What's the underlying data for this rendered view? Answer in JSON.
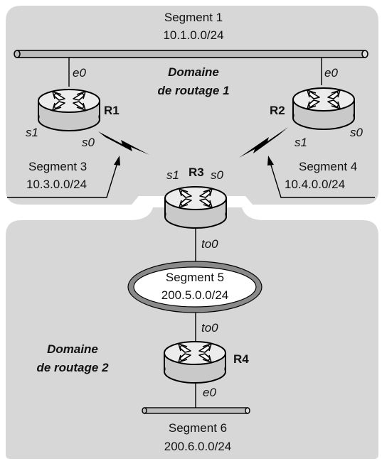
{
  "domains": {
    "d1": {
      "line1": "Domaine",
      "line2": "de routage 1"
    },
    "d2": {
      "line1": "Domaine",
      "line2": "de routage 2"
    }
  },
  "segments": {
    "s1": {
      "name": "Segment 1",
      "net": "10.1.0.0/24"
    },
    "s3": {
      "name": "Segment 3",
      "net": "10.3.0.0/24"
    },
    "s4": {
      "name": "Segment 4",
      "net": "10.4.0.0/24"
    },
    "s5": {
      "name": "Segment 5",
      "net": "200.5.0.0/24"
    },
    "s6": {
      "name": "Segment 6",
      "net": "200.6.0.0/24"
    }
  },
  "routers": {
    "r1": {
      "name": "R1",
      "e0": "e0",
      "s1": "s1",
      "s0": "s0"
    },
    "r2": {
      "name": "R2",
      "e0": "e0",
      "s1": "s1",
      "s0": "s0"
    },
    "r3": {
      "name": "R3",
      "s1": "s1",
      "s0": "s0",
      "to0": "to0"
    },
    "r4": {
      "name": "R4",
      "to0": "to0",
      "e0": "e0"
    }
  },
  "colors": {
    "domain_fill": "#d7d7d7",
    "router_top": "#ececec",
    "router_side": "#c9c9c9",
    "ring": "#8a8a8a",
    "bus": "#bdbdbd"
  }
}
